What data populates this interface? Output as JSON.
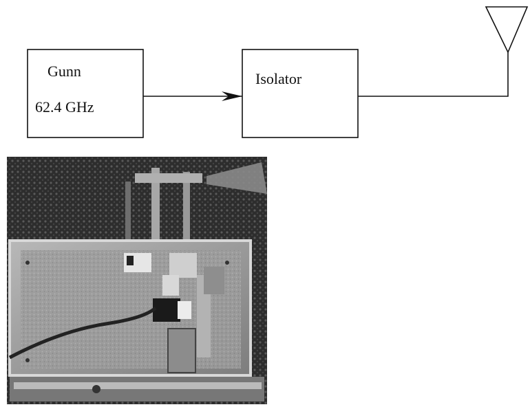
{
  "diagram": {
    "blocks": [
      {
        "id": "gunn",
        "lines": [
          "Gunn",
          "62.4 GHz"
        ]
      },
      {
        "id": "isolator",
        "lines": [
          "Isolator"
        ]
      }
    ],
    "connections": [
      {
        "from": "gunn",
        "to": "isolator",
        "arrow": true
      },
      {
        "from": "isolator",
        "to": "antenna",
        "arrow": false
      }
    ],
    "antenna": {
      "symbol": "antenna-triangle-icon"
    }
  },
  "photo": {
    "subject": "circuit-board-photo",
    "colors": {
      "background": "#2a2a2a",
      "board": "#9a9a9a",
      "component": "#1a1a1a"
    }
  },
  "colors": {
    "line": "#111111",
    "box_border": "#111111"
  }
}
